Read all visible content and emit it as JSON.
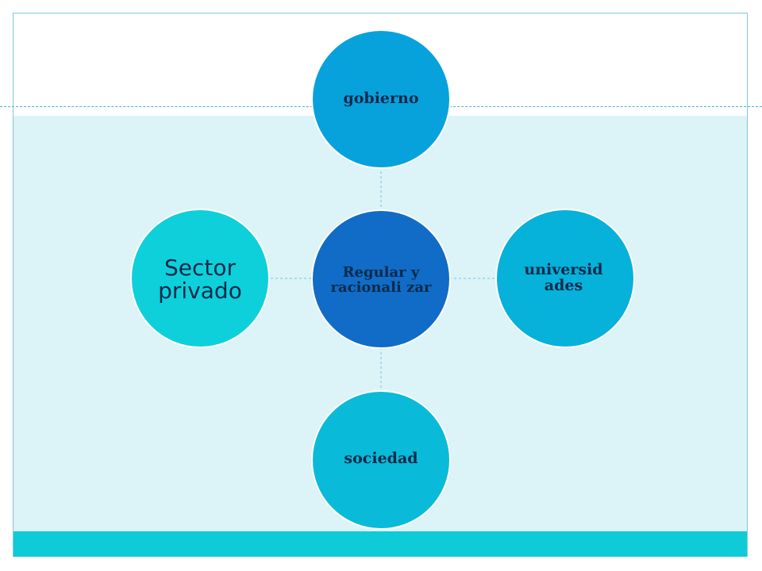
{
  "diagram": {
    "center": {
      "label": "Regular y racionali zar",
      "color": "#106cc6"
    },
    "nodes": [
      {
        "id": "top",
        "label": "gobierno",
        "color": "#07a2dc"
      },
      {
        "id": "right",
        "label": "universid ades",
        "color": "#06b1da"
      },
      {
        "id": "bottom",
        "label": "sociedad",
        "color": "#09bbd8"
      },
      {
        "id": "left",
        "label": "Sector privado",
        "color": "#0ed0da"
      }
    ],
    "text_color": "#0a2a4a",
    "connector_color": "#6fc9e0"
  }
}
